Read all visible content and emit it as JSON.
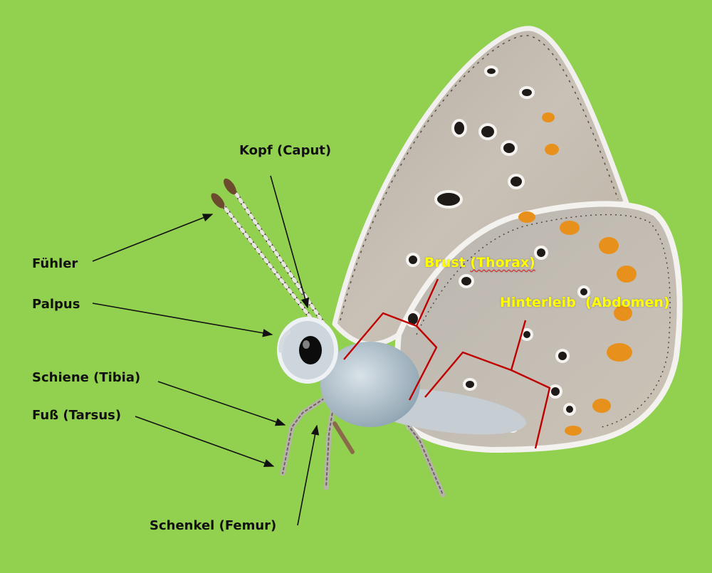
{
  "colors": {
    "background": "#92d050",
    "label_text": "#111111",
    "highlight_text": "#ffff00",
    "bracket": "#c00000"
  },
  "labels": {
    "kopf": "Kopf (Caput)",
    "fuehler": "Fühler",
    "palpus": "Palpus",
    "schiene": "Schiene (Tibia)",
    "fuss": "Fuß (Tarsus)",
    "schenkel": "Schenkel (Femur)",
    "brust_word": "Brust",
    "brust_term": "(Thorax)",
    "hinterleib": "Hinterleib  (Abdomen)"
  }
}
